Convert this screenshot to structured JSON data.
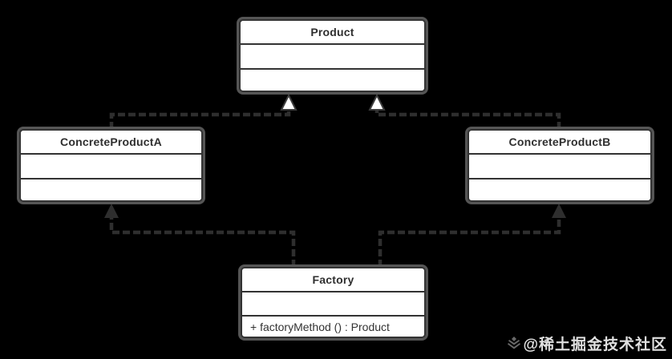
{
  "diagram": {
    "type": "uml-class-diagram",
    "pattern": "Factory Method",
    "classes": {
      "product": {
        "name": "Product",
        "attributes": "",
        "methods": ""
      },
      "concrete_product_a": {
        "name": "ConcreteProductA",
        "attributes": "",
        "methods": ""
      },
      "concrete_product_b": {
        "name": "ConcreteProductB",
        "attributes": "",
        "methods": ""
      },
      "factory": {
        "name": "Factory",
        "attributes": "",
        "methods": "+ factoryMethod () : Product"
      }
    },
    "relationships": [
      {
        "from": "ConcreteProductA",
        "to": "Product",
        "type": "inheritance-dashed"
      },
      {
        "from": "ConcreteProductB",
        "to": "Product",
        "type": "inheritance-dashed"
      },
      {
        "from": "Factory",
        "to": "ConcreteProductA",
        "type": "dependency-dashed"
      },
      {
        "from": "Factory",
        "to": "ConcreteProductB",
        "type": "dependency-dashed"
      }
    ],
    "colors": {
      "background": "#000000",
      "box_fill": "#ffffff",
      "box_border": "#333333",
      "connector": "#2e2e2e",
      "text": "#333333",
      "watermark_text": "#f2f2f2"
    }
  },
  "watermark": {
    "text": "@稀土掘金技术社区"
  }
}
